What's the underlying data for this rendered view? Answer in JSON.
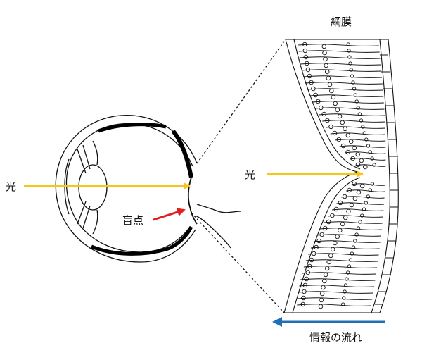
{
  "labels": {
    "light_left": "光",
    "blind_spot": "盲点",
    "retina_title": "網膜",
    "light_right": "光",
    "info_flow": "情報の流れ"
  },
  "colors": {
    "light_arrow": "#f5c518",
    "blind_spot_arrow": "#e02020",
    "info_flow_arrow": "#1f6fb5",
    "line": "#111111"
  }
}
